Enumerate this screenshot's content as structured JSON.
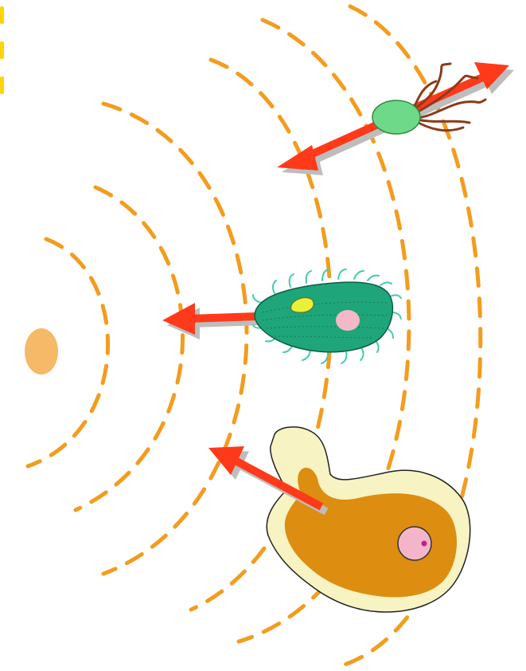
{
  "colors": {
    "background": "#ffffff",
    "wave_stroke": "#f39c1e",
    "source": "#f5b967",
    "arrow": "#ff3a1a",
    "arrow_shadow": "#bdbdbd",
    "corner_marks": "#ffd400",
    "flagellate_body": "#6fd98a",
    "flagellum": "#8b3b1a",
    "ciliate_body": "#1fa57a",
    "ciliate_cilia": "#46c9b5",
    "ciliate_nucleus": "#f5b8c8",
    "ciliate_vacuole": "#e8f03a",
    "amoeba_ectoplasm": "#f7f3c2",
    "amoeba_endoplasm": "#dd8d10",
    "amoeba_nucleus": "#f5b5c8",
    "amoeba_nucleolus": "#c0208a"
  },
  "elements": {
    "source": "chemical-source",
    "waves": "concentration-gradient-waves",
    "organisms": [
      "flagellate",
      "ciliate",
      "amoeba"
    ],
    "movement_arrows": "movement-direction-arrows"
  }
}
